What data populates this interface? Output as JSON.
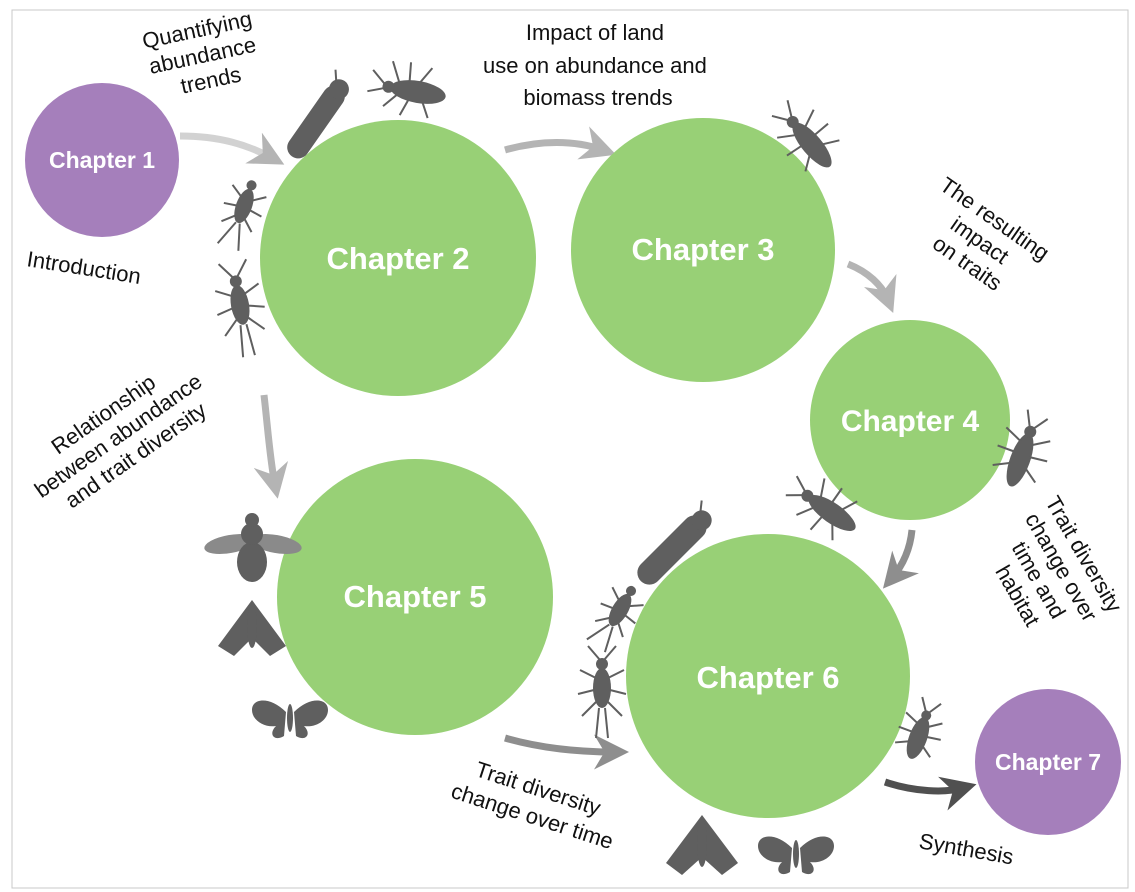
{
  "chapters": {
    "ch1": "Chapter 1",
    "ch2": "Chapter 2",
    "ch3": "Chapter 3",
    "ch4": "Chapter 4",
    "ch5": "Chapter 5",
    "ch6": "Chapter 6",
    "ch7": "Chapter 7"
  },
  "annotations": {
    "intro": "Introduction",
    "quant": [
      "Quantifying",
      "abundance",
      "trends"
    ],
    "land_use": [
      "Impact of land",
      "use on abundance and",
      "biomass trends"
    ],
    "traits": [
      "The resulting",
      "impact",
      "on traits"
    ],
    "relationship": [
      "Relationship",
      "between abundance",
      "and trait diversity"
    ],
    "trait_time_habitat": [
      "Trait diversity",
      "change over",
      "time and",
      "habitat"
    ],
    "trait_time": [
      "Trait diversity",
      "change over time"
    ],
    "synthesis": "Synthesis"
  },
  "colors": {
    "purple": "#a57fbb",
    "green": "#98d076",
    "arrow": "#b4b4b4",
    "arrow_dark": "#505050",
    "insect": "#5f5f5f"
  }
}
